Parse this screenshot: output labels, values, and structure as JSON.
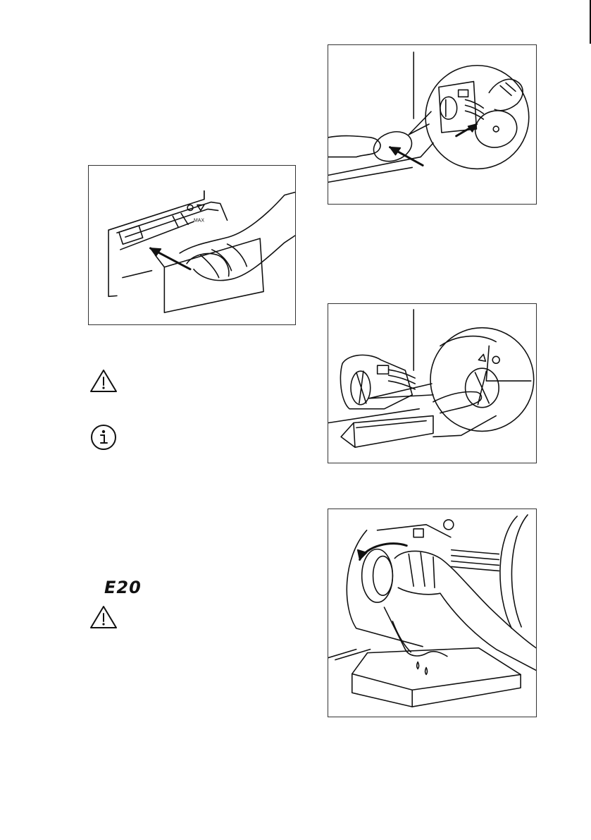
{
  "error_code": "E20",
  "icons": {
    "warning_1": "warning-triangle-icon",
    "info": "info-icon",
    "warning_2": "warning-triangle-icon"
  },
  "figures": [
    "detergent-dispenser-push",
    "filter-cover-open",
    "drain-tray-placement",
    "filter-unscrew-drain"
  ]
}
